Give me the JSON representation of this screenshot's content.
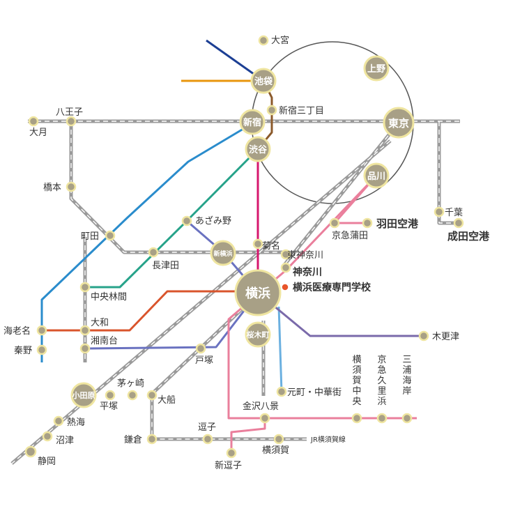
{
  "colors": {
    "jr_track": "#9a9a9a",
    "station_fill": "#a8a086",
    "station_ring": "#efe5a0",
    "loop": "#555555",
    "saikyo": "#e8960c",
    "tobu_tojo": "#1c3f94",
    "fukutoshin": "#8b5a2b",
    "odakyu": "#2a8ccc",
    "denentoshi": "#27a38a",
    "toyoko": "#d6176e",
    "sotetsu": "#d9542c",
    "blue_line": "#6a72c0",
    "keikyu": "#ea7f9c",
    "minatomirai": "#6bb0e0",
    "aqua_line": "#7a6aaa",
    "school_marker": "#e8542a"
  },
  "stations": {
    "omiya": "大宮",
    "ikebukuro": "池袋",
    "ueno": "上野",
    "shinjuku": "新宿",
    "shinjuku_sanchome": "新宿三丁目",
    "tokyo": "東京",
    "shibuya": "渋谷",
    "shinagawa": "品川",
    "hachioji": "八王子",
    "otsuki": "大月",
    "hashimoto": "橋本",
    "machida": "町田",
    "azamino": "あざみ野",
    "nagatsuta": "長津田",
    "shin_yokohama": "新横浜",
    "kikuna": "菊名",
    "higashi_kanagawa": "東神奈川",
    "kanagawa": "神奈川",
    "keikyu_kamata": "京急蒲田",
    "haneda": "羽田空港",
    "chiba": "千葉",
    "narita": "成田空港",
    "yokohama": "横浜",
    "chuo_rinkan": "中央林間",
    "ebina": "海老名",
    "yamato": "大和",
    "shonandai": "湘南台",
    "hadano": "秦野",
    "sakuragicho": "桜木町",
    "kisarazu": "木更津",
    "totsuka": "戸塚",
    "odawara": "小田原",
    "chigasaki": "茅ヶ崎",
    "hiratsuka": "平塚",
    "ofuna": "大船",
    "motomachi": "元町・中華街",
    "kanazawa_hakkei": "金沢八景",
    "yokosuka_chuo": "横須賀中央",
    "keikyu_kurihama": "京急久里浜",
    "misakiguchi": "三浦海岸",
    "atami": "熱海",
    "numazu": "沼津",
    "shizuoka": "静岡",
    "kamakura": "鎌倉",
    "zushi": "逗子",
    "yokosuka": "横須賀",
    "shin_zushi": "新逗子"
  },
  "labels": {
    "school": "横浜医療専門学校",
    "jr_yokosuka_line": "JR横須賀線"
  }
}
